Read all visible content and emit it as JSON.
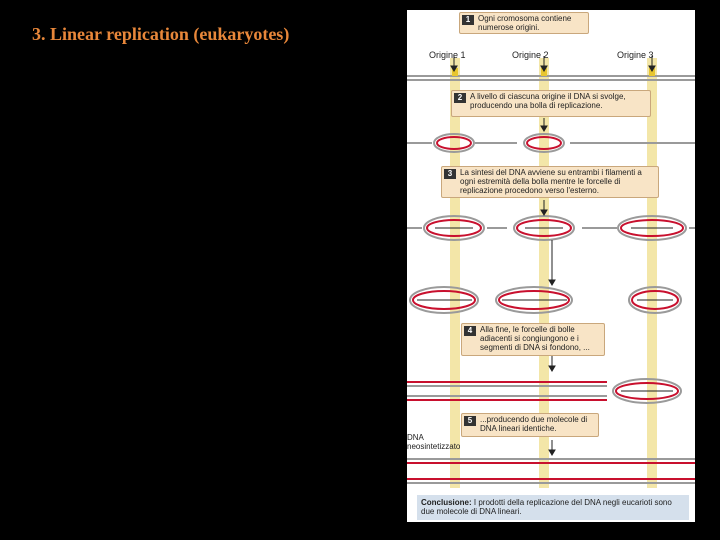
{
  "slide": {
    "title": "3. Linear replication (eukaryotes)"
  },
  "figure": {
    "origins": [
      "Origine 1",
      "Origine 2",
      "Origine 3"
    ],
    "steps": [
      {
        "num": "1",
        "text": "Ogni cromosoma contiene numerose origini."
      },
      {
        "num": "2",
        "text": "A livello di ciascuna origine il DNA si svolge, producendo una bolla di replicazione."
      },
      {
        "num": "3",
        "text": "La sintesi del DNA avviene su entrambi i filamenti a ogni estremità della bolla mentre le forcelle di replicazione procedono verso l'esterno."
      },
      {
        "num": "4",
        "text": "Alla fine, le forcelle di bolle adiacenti si congiungono e i segmenti di DNA si fondono, ..."
      },
      {
        "num": "5",
        "text": "...producendo due molecole di DNA lineari identiche."
      }
    ],
    "new_dna_label": "DNA neosintetizzato",
    "conclusion_label": "Conclusione:",
    "conclusion_text": "I prodotti della replicazione del DNA negli eucarioti sono due molecole di DNA lineari.",
    "colors": {
      "template_strand": "#9a9a9a",
      "new_strand": "#c8102e",
      "origin_band": "#f3e6a8",
      "origin_marker": "#e8c630"
    }
  }
}
